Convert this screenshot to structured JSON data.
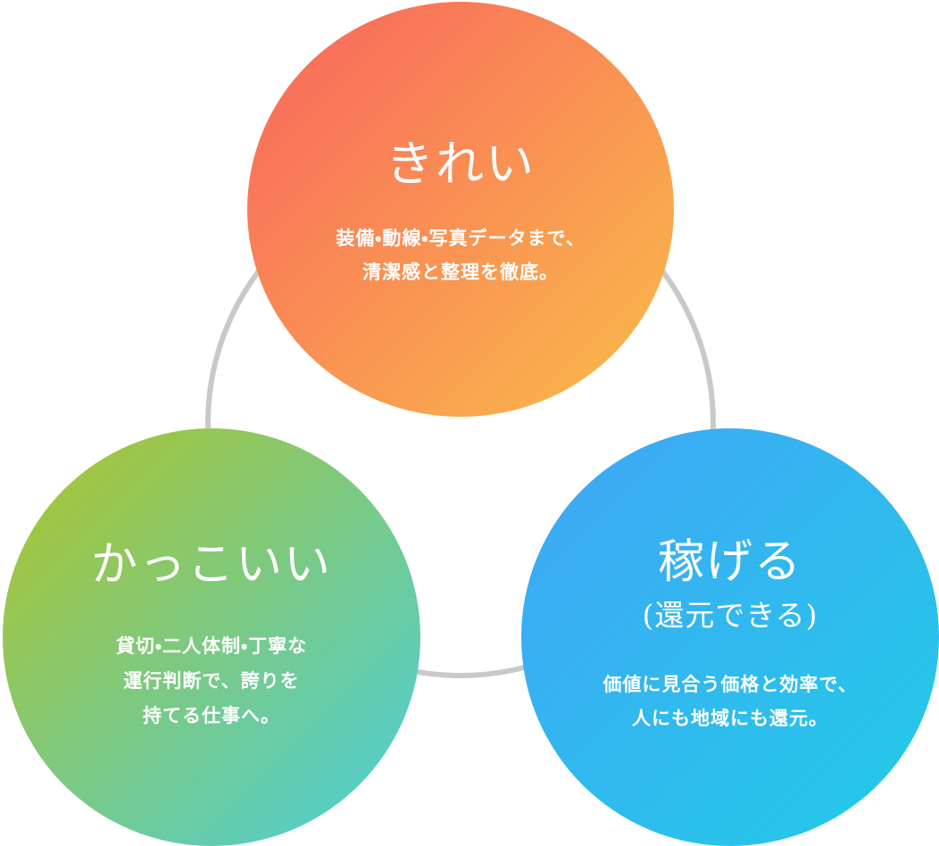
{
  "diagram": {
    "ring_color": "#c9c9c9",
    "circles": [
      {
        "id": "kirei",
        "title": "きれい",
        "description_lines": [
          "装備・動線・写真データまで、",
          "清潔感と整理を徹底。"
        ],
        "gradient_start": "#f9645e",
        "gradient_end": "#f9bd49"
      },
      {
        "id": "kakkoii",
        "title": "かっこいい",
        "description_lines": [
          "貸切・二人体制・丁寧な",
          "運行判断で、誇りを",
          "持てる仕事へ。"
        ],
        "gradient_start": "#afc429",
        "gradient_end": "#49cfdc"
      },
      {
        "id": "kasegeru",
        "title": "稼げる",
        "subtitle": "(還元できる)",
        "description_lines": [
          "価値に見合う価格と効率で、",
          "人にも地域にも還元。"
        ],
        "gradient_start": "#40a5f6",
        "gradient_end": "#22cce7"
      }
    ]
  }
}
